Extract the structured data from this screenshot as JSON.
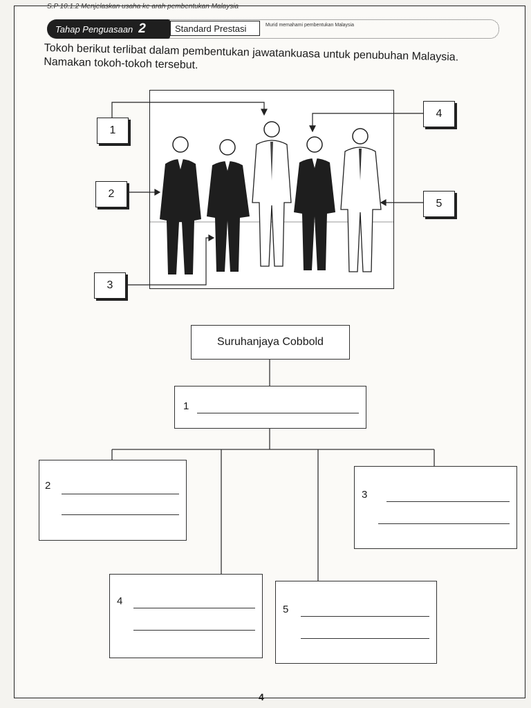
{
  "header": {
    "code": "S.P 10.1.2 Menjelaskan usaha ke arah pembentukan Malaysia",
    "tahap_label": "Tahap Penguasaan",
    "tahap_level": "2",
    "standard_label": "Standard Prestasi",
    "standard_desc": "Murid memahami pembentukan Malaysia"
  },
  "question": "Tokoh berikut terlibat dalam pembentukan jawatankuasa untuk penubuhan Malaysia. Namakan tokoh-tokoh tersebut.",
  "figure_labels": [
    "1",
    "2",
    "3",
    "4",
    "5"
  ],
  "org_chart": {
    "title": "Suruhanjaya Cobbold",
    "boxes": [
      "1",
      "2",
      "3",
      "4",
      "5"
    ]
  },
  "page_number": "4"
}
